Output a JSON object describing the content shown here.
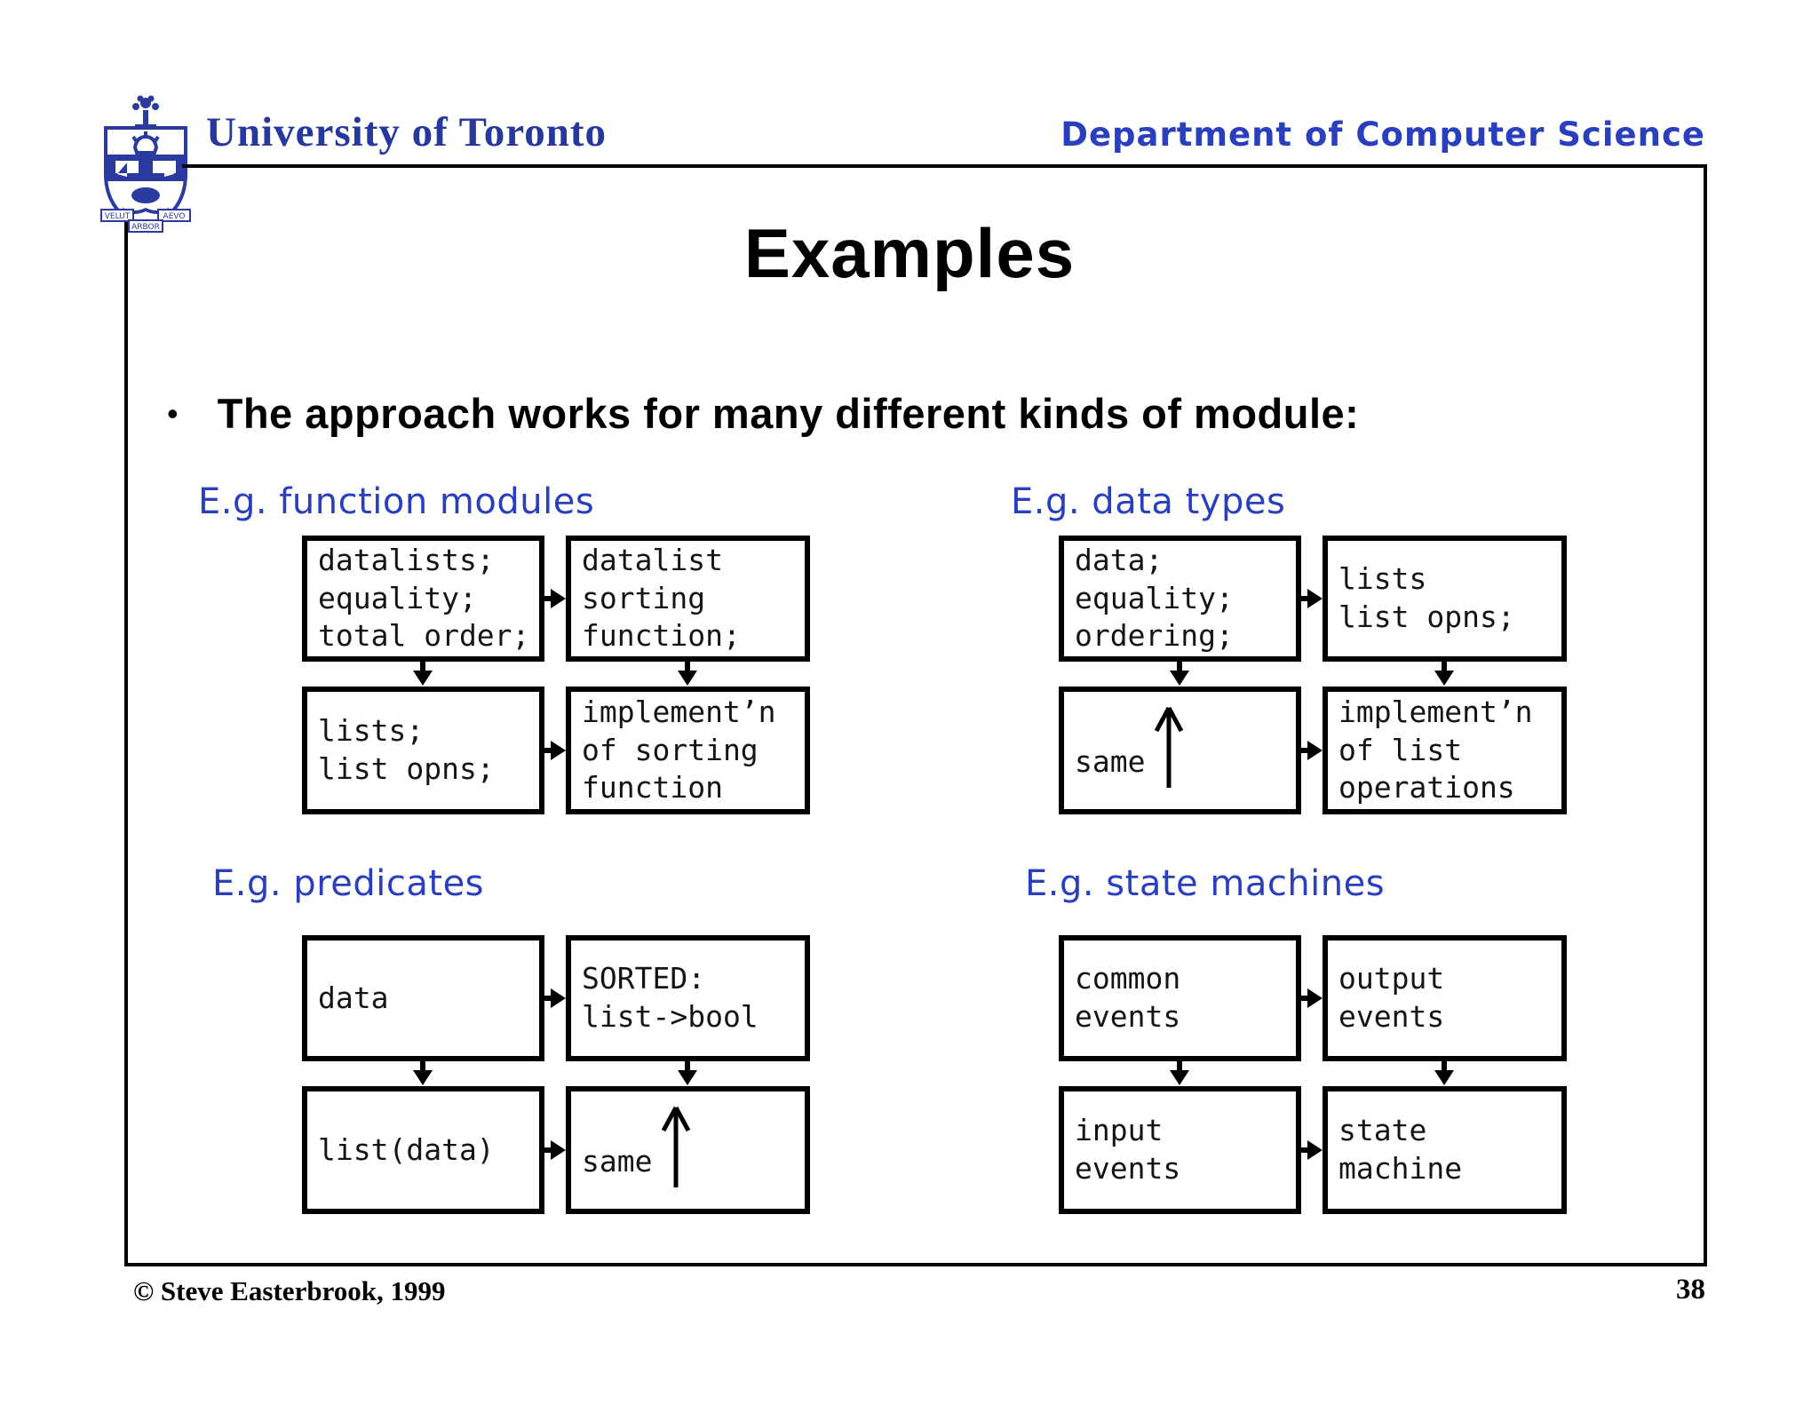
{
  "header": {
    "university": "University of Toronto",
    "department": "Department of Computer Science",
    "crest_motto": {
      "left": "VELUT",
      "center": "ARBOR",
      "right": "AEVO"
    }
  },
  "title": "Examples",
  "bullet": "The approach works for many different kinds of module:",
  "colors": {
    "university_blue": "#26379E",
    "label_blue": "#2A3FBE",
    "line_black": "#000000",
    "background": "#FFFFFF"
  },
  "groups": [
    {
      "label": "E.g. function modules",
      "boxes": [
        {
          "text": "datalists;\nequality;\ntotal order;"
        },
        {
          "text": "datalist\nsorting\nfunction;"
        },
        {
          "text": "lists;\nlist opns;"
        },
        {
          "text": "implement’n\nof sorting\nfunction"
        }
      ]
    },
    {
      "label": "E.g. data types",
      "boxes": [
        {
          "text": "data;\nequality;\nordering;"
        },
        {
          "text": "lists\nlist opns;"
        },
        {
          "text": "same",
          "up_arrow": true
        },
        {
          "text": "implement’n\nof list\noperations"
        }
      ]
    },
    {
      "label": "E.g. predicates",
      "boxes": [
        {
          "text": "data"
        },
        {
          "text": "SORTED:\nlist->bool"
        },
        {
          "text": "list(data)"
        },
        {
          "text": "same",
          "up_arrow": true
        }
      ]
    },
    {
      "label": "E.g. state machines",
      "boxes": [
        {
          "text": "common\nevents"
        },
        {
          "text": "output\nevents"
        },
        {
          "text": "input\nevents"
        },
        {
          "text": "state\nmachine"
        }
      ]
    }
  ],
  "footer": {
    "copyright": "© Steve Easterbrook, 1999",
    "page_number": "38"
  }
}
